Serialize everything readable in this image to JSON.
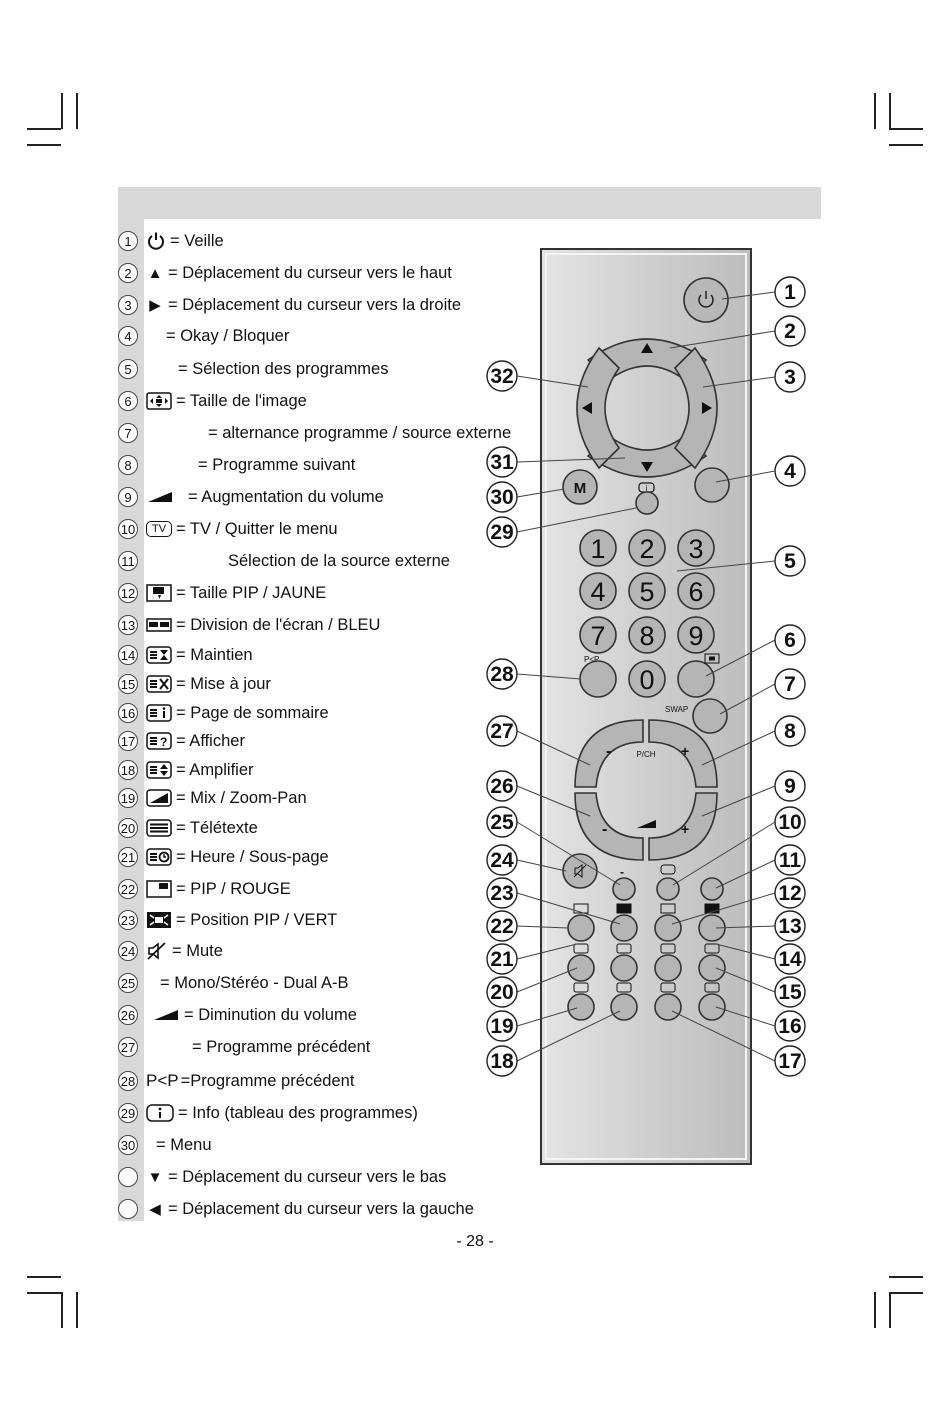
{
  "legend": [
    {
      "n": "1",
      "icon": "power-icon",
      "text": "= Veille"
    },
    {
      "n": "2",
      "icon": "arrow-up-icon",
      "text": "= Déplacement du curseur vers le haut"
    },
    {
      "n": "3",
      "icon": "arrow-right-icon",
      "text": "= Déplacement du curseur vers la droite"
    },
    {
      "n": "4",
      "icon": "",
      "text": "= Okay / Bloquer"
    },
    {
      "n": "5",
      "icon": "",
      "text": "= Sélection des programmes"
    },
    {
      "n": "6",
      "icon": "picture-size-icon",
      "text": "= Taille de l'image"
    },
    {
      "n": "7",
      "icon": "",
      "text": "= alternance programme / source externe"
    },
    {
      "n": "8",
      "icon": "",
      "text": "= Programme suivant"
    },
    {
      "n": "9",
      "icon": "volume-up-icon",
      "text": "= Augmentation du volume"
    },
    {
      "n": "10",
      "icon": "tv-icon",
      "text": "= TV / Quitter le menu"
    },
    {
      "n": "11",
      "icon": "",
      "text": "Sélection de la source externe"
    },
    {
      "n": "12",
      "icon": "pip-size-icon",
      "text": "= Taille PIP / JAUNE"
    },
    {
      "n": "13",
      "icon": "split-screen-icon",
      "text": "= Division de l'écran / BLEU"
    },
    {
      "n": "14",
      "icon": "hold-icon",
      "text": "= Maintien"
    },
    {
      "n": "15",
      "icon": "update-icon",
      "text": "= Mise à jour"
    },
    {
      "n": "16",
      "icon": "index-page-icon",
      "text": "= Page de sommaire"
    },
    {
      "n": "17",
      "icon": "reveal-icon",
      "text": "= Afficher"
    },
    {
      "n": "18",
      "icon": "expand-icon",
      "text": "= Amplifier"
    },
    {
      "n": "19",
      "icon": "mix-icon",
      "text": "= Mix / Zoom-Pan"
    },
    {
      "n": "20",
      "icon": "teletext-icon",
      "text": "= Télétexte"
    },
    {
      "n": "21",
      "icon": "time-icon",
      "text": "= Heure / Sous-page"
    },
    {
      "n": "22",
      "icon": "pip-icon",
      "text": "= PIP / ROUGE"
    },
    {
      "n": "23",
      "icon": "pip-position-icon",
      "text": "= Position PIP / VERT"
    },
    {
      "n": "24",
      "icon": "mute-icon",
      "text": "= Mute"
    },
    {
      "n": "25",
      "icon": "",
      "text": "= Mono/Stéréo - Dual A-B"
    },
    {
      "n": "26",
      "icon": "volume-down-icon",
      "text": "=  Diminution du volume"
    },
    {
      "n": "27",
      "icon": "",
      "text": "= Programme précédent"
    },
    {
      "n": "28",
      "icon": "pp-icon",
      "text": "=Programme précédent"
    },
    {
      "n": "29",
      "icon": "info-icon",
      "text": "= Info (tableau des programmes)"
    },
    {
      "n": "30",
      "icon": "",
      "text": "= Menu"
    },
    {
      "n": "",
      "icon": "arrow-down-icon",
      "text": "= Déplacement du curseur vers le bas"
    },
    {
      "n": "",
      "icon": "arrow-left-icon",
      "text": "= Déplacement du curseur vers la gauche"
    }
  ],
  "glyphs": {
    "up": "▲",
    "right": "▶",
    "down": "▼",
    "left": "◀",
    "power": "⏻",
    "pp": "P<P",
    "tv": "TV",
    "mute": "🔇"
  },
  "remote": {
    "keypad": [
      "1",
      "2",
      "3",
      "4",
      "5",
      "6",
      "7",
      "8",
      "9",
      "0"
    ],
    "labels": {
      "pp": "P<P",
      "swap": "SWAP",
      "pch": "P/CH",
      "menu": "M",
      "info": "i",
      "minus": "-",
      "plus": "+"
    },
    "callouts": [
      "1",
      "2",
      "3",
      "4",
      "5",
      "6",
      "7",
      "8",
      "9",
      "10",
      "11",
      "12",
      "13",
      "14",
      "15",
      "16",
      "17",
      "18",
      "19",
      "20",
      "21",
      "22",
      "23",
      "24",
      "25",
      "26",
      "27",
      "28",
      "29",
      "30",
      "31",
      "32"
    ]
  },
  "page_number": "- 28 -",
  "colors": {
    "remote_body": "#c9c9c9",
    "header_bar": "#d9d9d9",
    "button": "#b5b5b5"
  }
}
